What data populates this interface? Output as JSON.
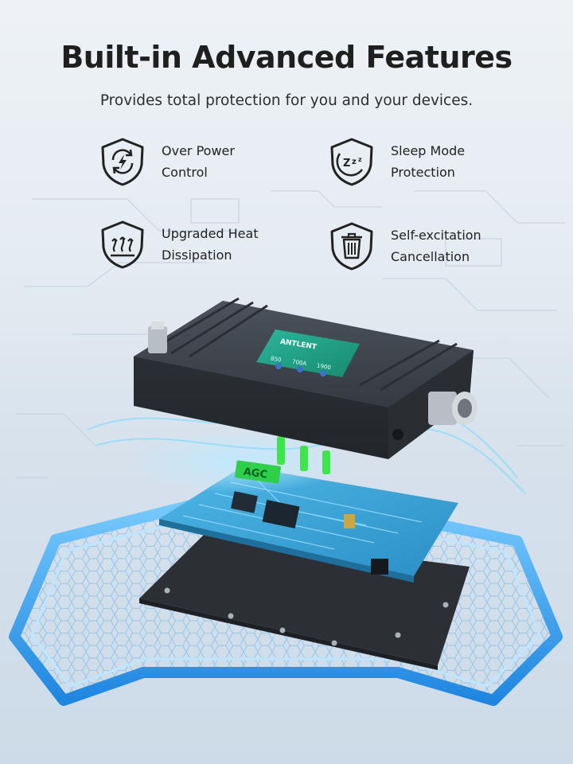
{
  "header": {
    "title": "Built-in Advanced Features",
    "subtitle": "Provides total protection for you and your devices."
  },
  "features": [
    {
      "label": "Over Power\nControl",
      "icon": "power-cycle-shield-icon"
    },
    {
      "label": "Sleep Mode\nProtection",
      "icon": "sleep-zzz-shield-icon"
    },
    {
      "label": "Upgraded Heat\nDissipation",
      "icon": "heat-waves-shield-icon"
    },
    {
      "label": "Self-excitation\nCancellation",
      "icon": "trash-shield-icon"
    }
  ],
  "device": {
    "brand": "ANTLENT",
    "bands": [
      "850",
      "700A",
      "1900"
    ],
    "chip_label": "AGC"
  },
  "colors": {
    "accent_blue": "#2a8fe0",
    "pcb_blue": "#3aa7d9",
    "device_body": "#3a4048",
    "label_green": "#1f9b7a",
    "led_green": "#3be54a"
  }
}
